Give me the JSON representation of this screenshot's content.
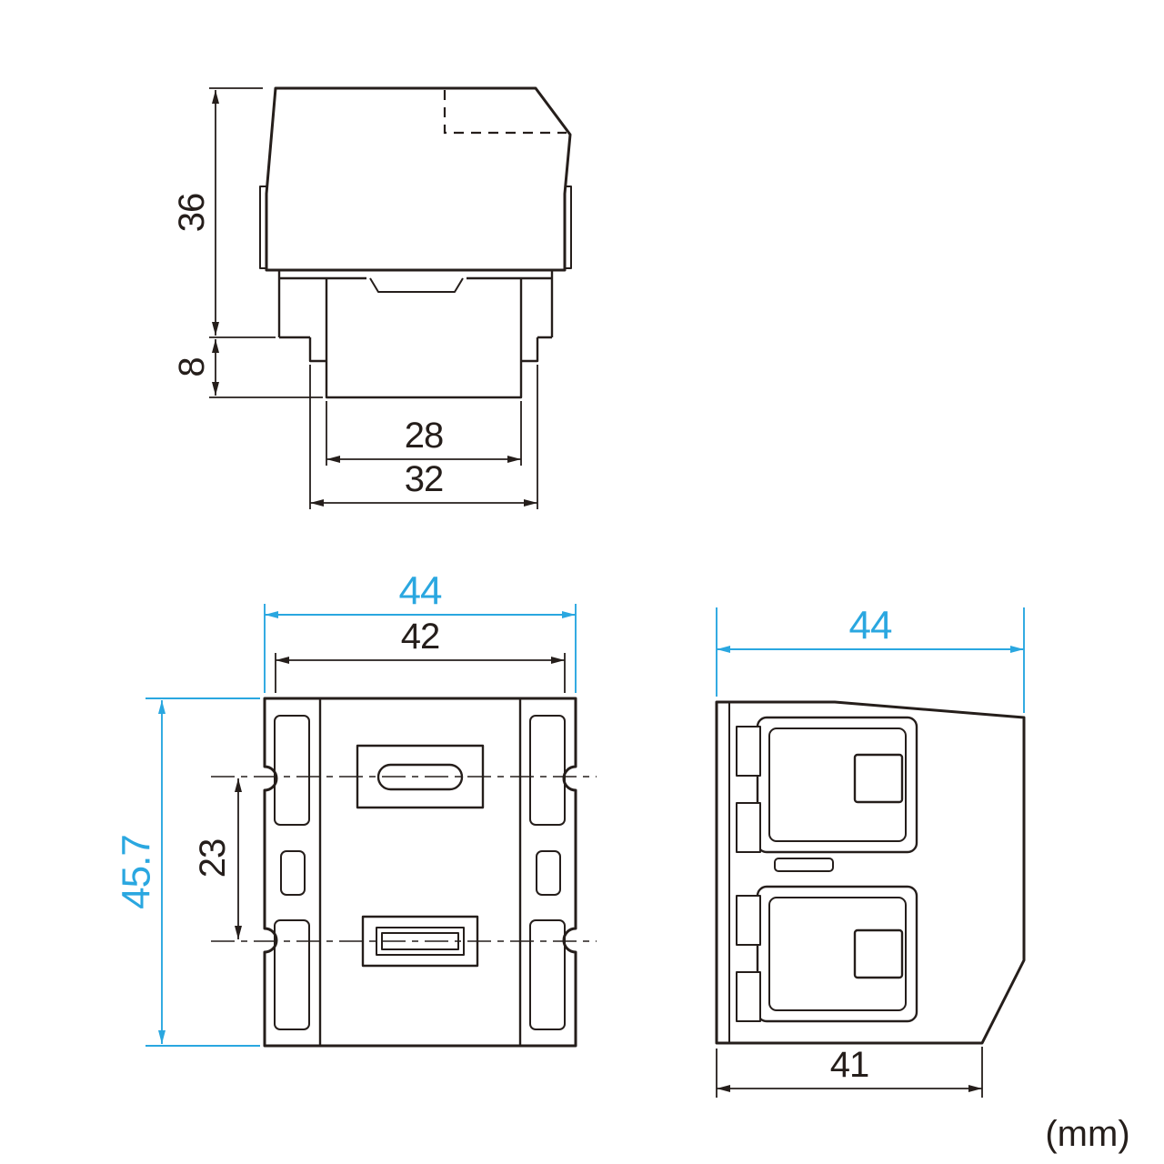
{
  "unit_label": "(mm)",
  "colors": {
    "line": "#251e1b",
    "accent": "#2aa7e0",
    "bg": "#ffffff"
  },
  "views": {
    "top": {
      "dims": {
        "cover_height": "36",
        "base_depth": "8",
        "inner_width": "28",
        "outer_width": "32"
      }
    },
    "front": {
      "dims": {
        "overall_width": "44",
        "frame_width": "42",
        "overall_height": "45.7",
        "port_pitch": "23"
      }
    },
    "side": {
      "dims": {
        "overall_depth": "44",
        "base_depth": "41"
      }
    }
  }
}
